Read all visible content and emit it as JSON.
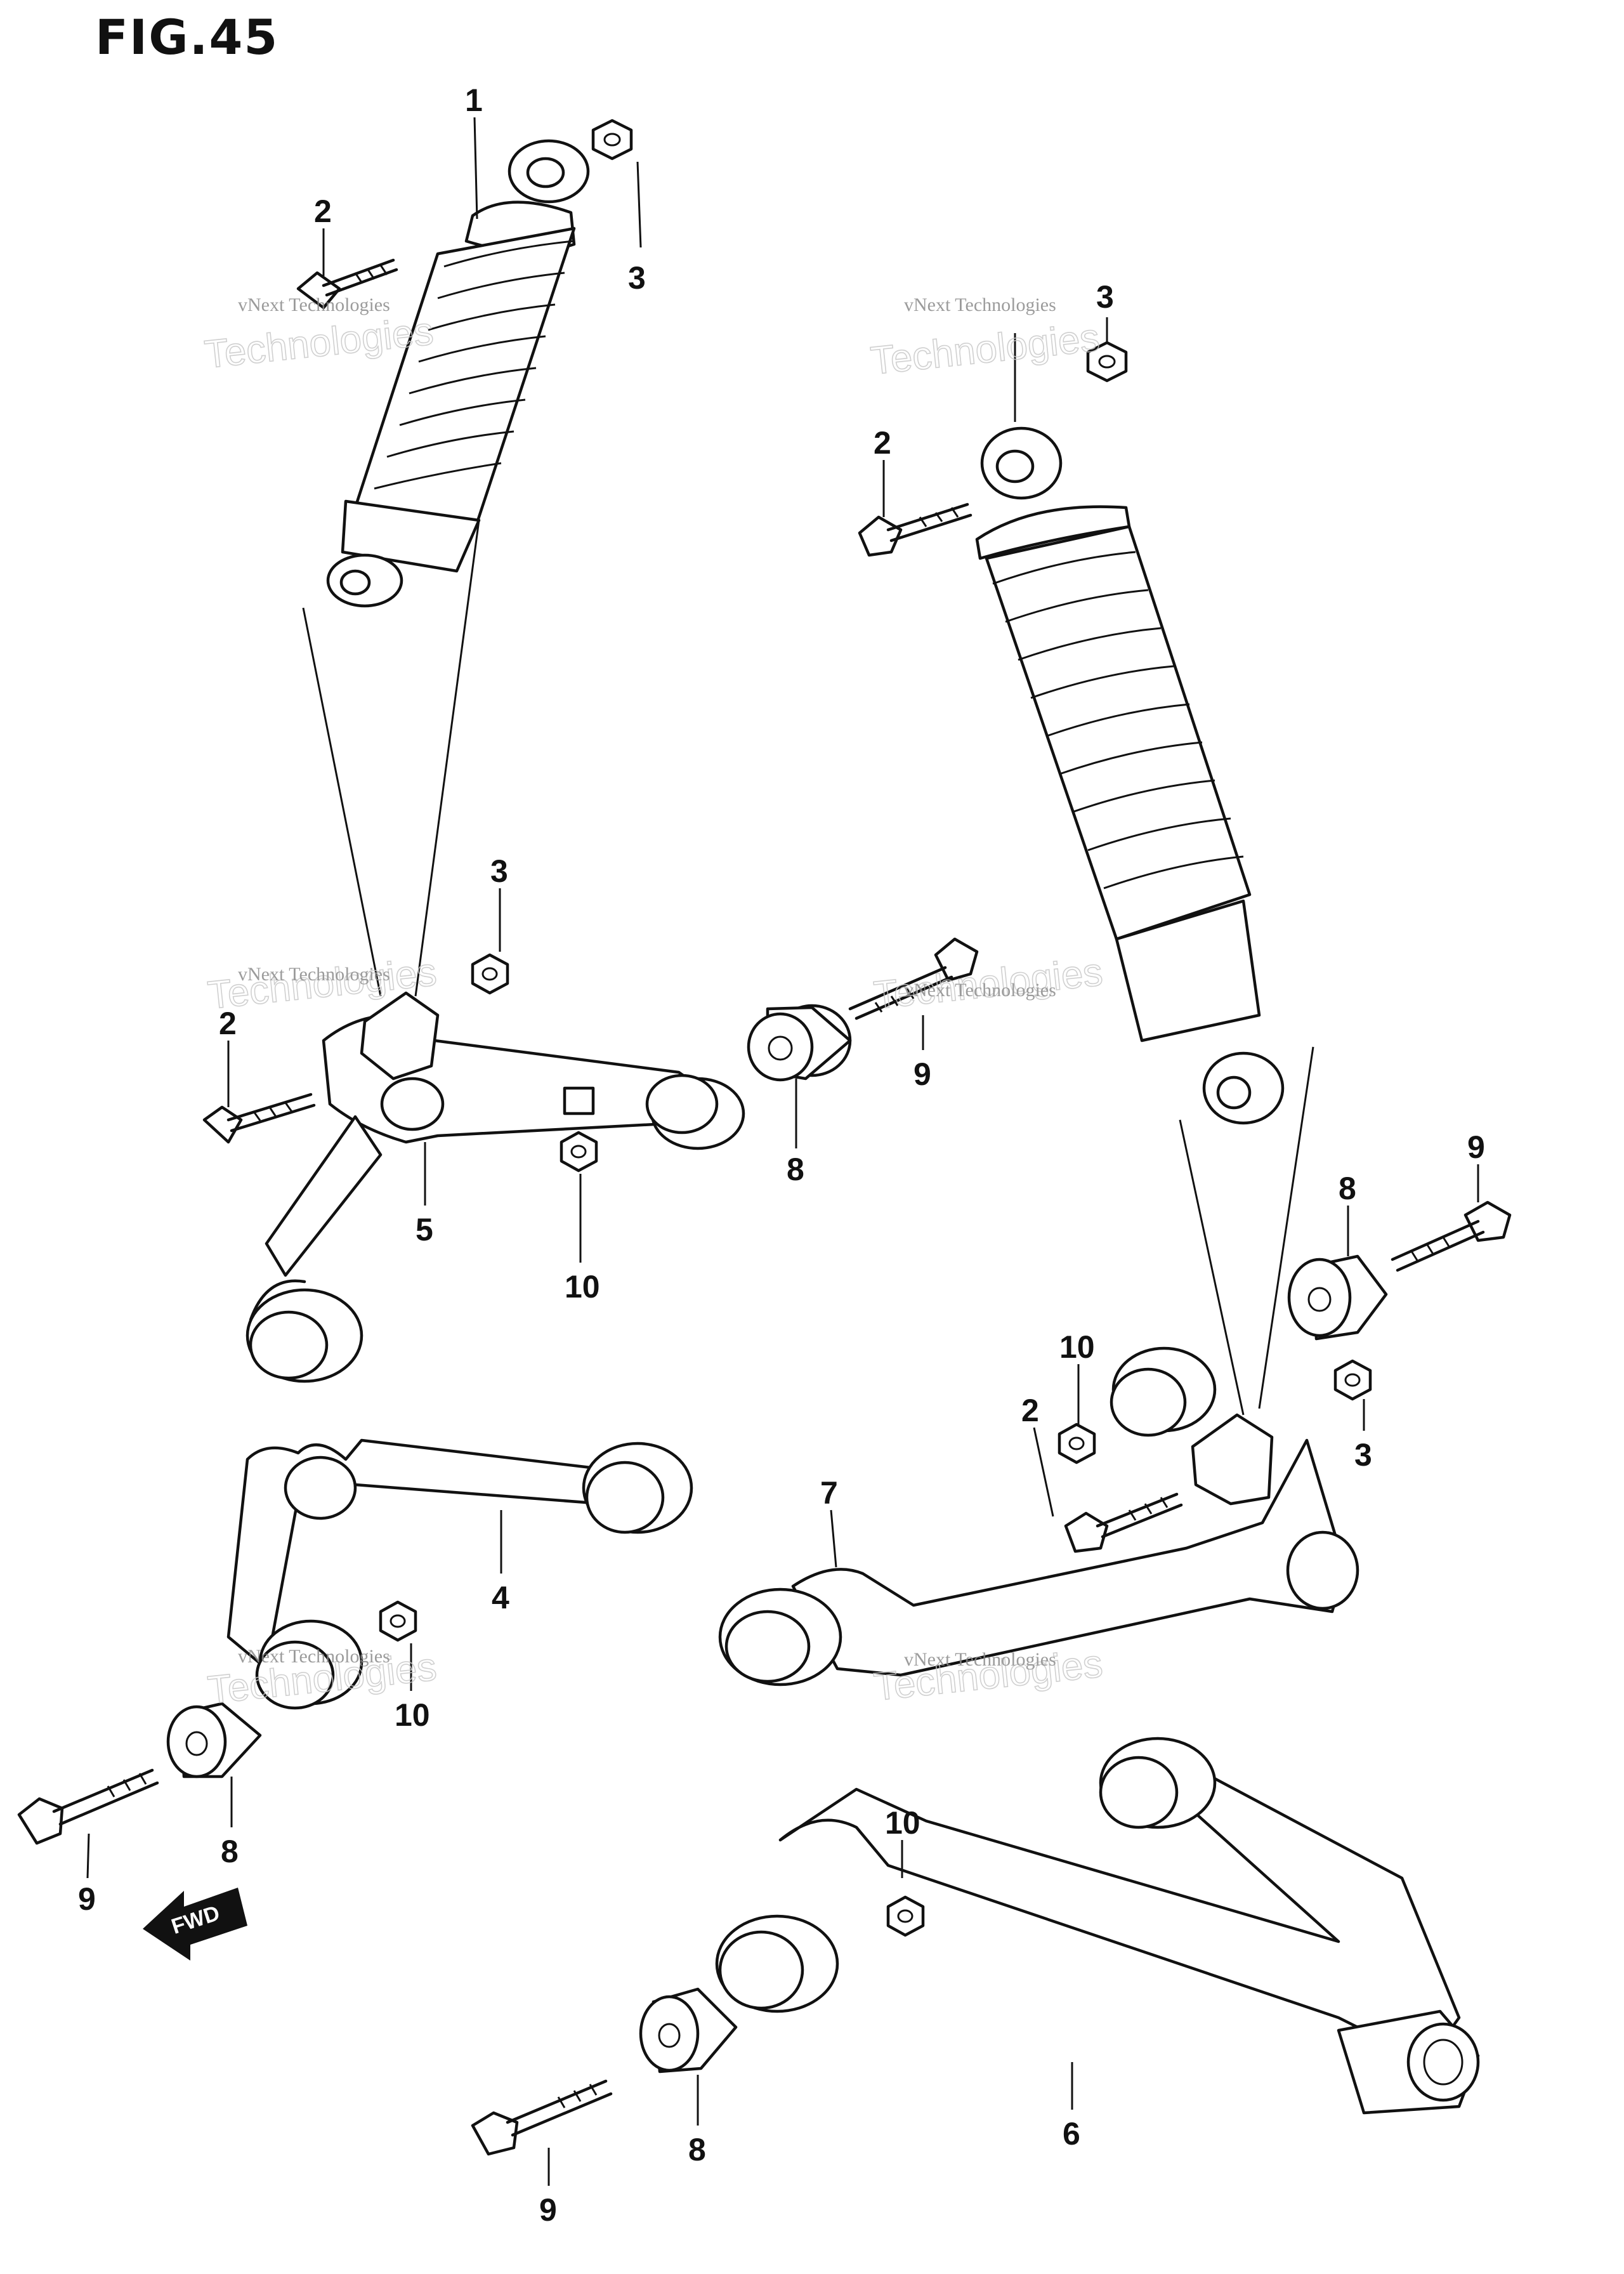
{
  "figure": {
    "title": "FIG.45"
  },
  "watermark": {
    "small": "vNext Technologies",
    "big": "Technologies"
  },
  "fwd_label": "FWD",
  "callouts": {
    "c1": "1",
    "c2a": "2",
    "c3a": "3",
    "c2b": "2",
    "c3b": "3",
    "c3c": "3",
    "c2c": "2",
    "c9a": "9",
    "c5": "5",
    "c10a": "10",
    "c8a": "8",
    "c9b": "9",
    "c8b": "8",
    "c10b": "10",
    "c2d": "2",
    "c3d": "3",
    "c7": "7",
    "c4": "4",
    "c10c": "10",
    "c8c": "8",
    "c9c": "9",
    "c10d": "10",
    "c8d": "8",
    "c9d": "9",
    "c6": "6"
  }
}
